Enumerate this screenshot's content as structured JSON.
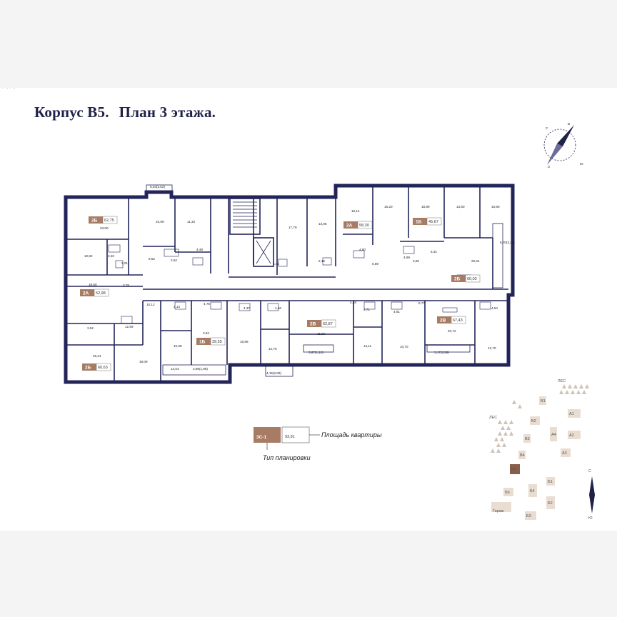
{
  "title": {
    "building": "Корпус В5.",
    "plan": "План 3 этажа."
  },
  "compass": {
    "n": "С",
    "e": "В",
    "s": "Ю",
    "w": "З"
  },
  "apartments": [
    {
      "type": "2Б",
      "area": "62,75"
    },
    {
      "type": "2А",
      "area": "52,98"
    },
    {
      "type": "2Б",
      "area": "60,63"
    },
    {
      "type": "1Б",
      "area": "39,55"
    },
    {
      "type": "2В",
      "area": "62,87"
    },
    {
      "type": "2А",
      "area": "58,30"
    },
    {
      "type": "1Б",
      "area": "45,67"
    },
    {
      "type": "2Б",
      "area": "60,02"
    },
    {
      "type": "2В",
      "area": "67,43"
    }
  ],
  "rooms": [
    "23,00",
    "10,99",
    "11,32",
    "17,79",
    "13,06",
    "16,14",
    "15,20",
    "18,89",
    "13,60",
    "10,80",
    "10,92",
    "3,26",
    "2,01",
    "9,52",
    "2,52",
    "4,48",
    "6,72",
    "2,16",
    "4,60",
    "6,89",
    "4,69",
    "3,50",
    "5,31",
    "20,31",
    "6,70(3,35)",
    "18,60",
    "3,79",
    "10,12",
    "4,14",
    "4,76",
    "4,37",
    "4,46",
    "4,48",
    "4,71",
    "4,61",
    "5,77",
    "4,54",
    "3,52",
    "12,59",
    "3,52",
    "16,88",
    "11,96",
    "20,72",
    "25,21",
    "18,09",
    "10,08",
    "12,70",
    "14,11",
    "10,70",
    "12,70",
    "14,04",
    "3,96(1,98)",
    "4,15(2,08)",
    "3,67(1,10)",
    "3,17(2,59)",
    "5,04(2,52)",
    "3,55(1,07)"
  ],
  "legend": {
    "type_code": "3С-1",
    "area": "93,91",
    "area_label": "Площадь квартиры",
    "type_label": "Тип планировки"
  },
  "site_plan": {
    "forest": [
      "ЛЕС",
      "ЛЕС"
    ],
    "buildings": [
      "В1",
      "А1",
      "В2",
      "В3",
      "А4",
      "А2",
      "А3",
      "В4",
      "В5",
      "Б1",
      "Б6",
      "Б4",
      "Б2",
      "Б3"
    ],
    "garage": "Гараж",
    "highlight": "В5",
    "north": "С",
    "south": "Ю"
  }
}
